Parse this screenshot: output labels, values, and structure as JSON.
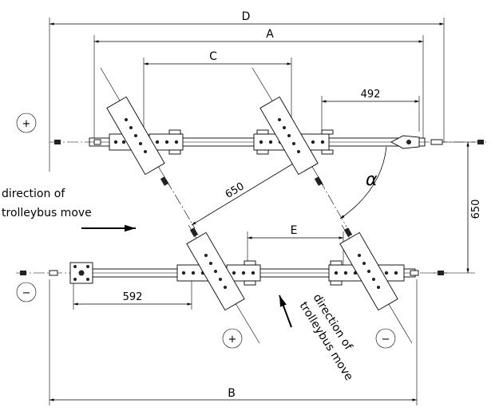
{
  "labels": {
    "D": "D",
    "A": "A",
    "C": "C",
    "E": "E",
    "B": "B",
    "d492": "492",
    "d650_diag": "650",
    "d650_vert": "650",
    "d592": "592",
    "alpha": "α"
  },
  "symbols": {
    "plus": "+",
    "minus": "−"
  },
  "captions": {
    "left_line1": "direction of",
    "left_line2": "trolleybus move",
    "right_line1": "direction of",
    "right_line2": "trolleybus move"
  }
}
